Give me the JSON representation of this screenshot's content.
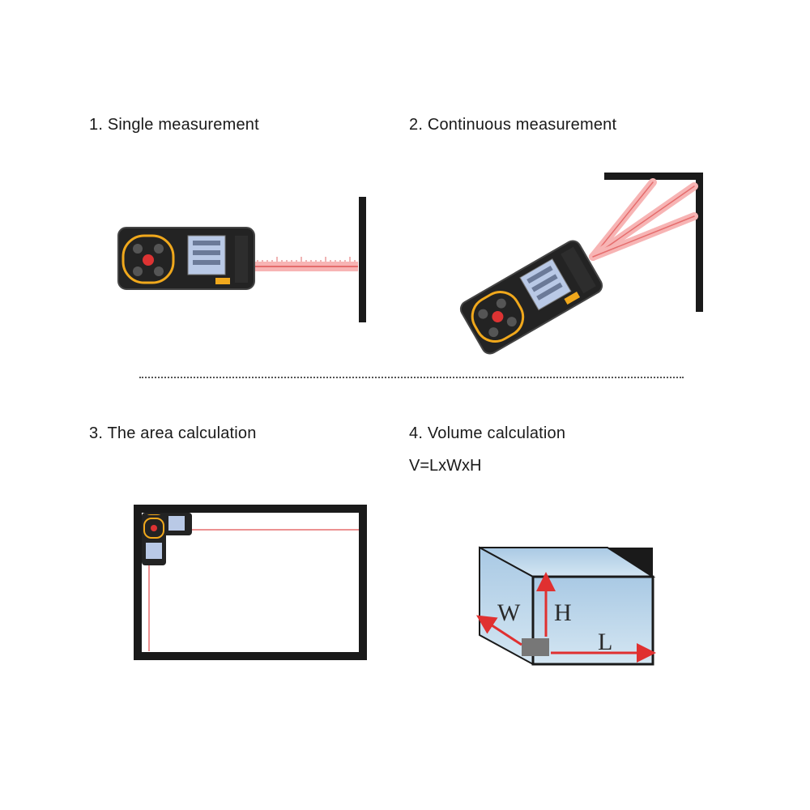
{
  "sections": {
    "single": {
      "heading": "1. Single measurement"
    },
    "continuous": {
      "heading": "2. Continuous measurement"
    },
    "area": {
      "heading": "3. The area calculation"
    },
    "volume": {
      "heading": "4. Volume calculation",
      "formula": "V=LxWxH",
      "labels": {
        "w": "W",
        "h": "H",
        "l": "L"
      }
    }
  },
  "colors": {
    "laser": "#f08e8e",
    "device_body": "#1e1e1e",
    "device_accent": "#f0a81c",
    "screen": "#b9c9e6",
    "wall": "#1a1a1a",
    "box_face": "#b8d3e8",
    "arrow": "#e03030"
  }
}
